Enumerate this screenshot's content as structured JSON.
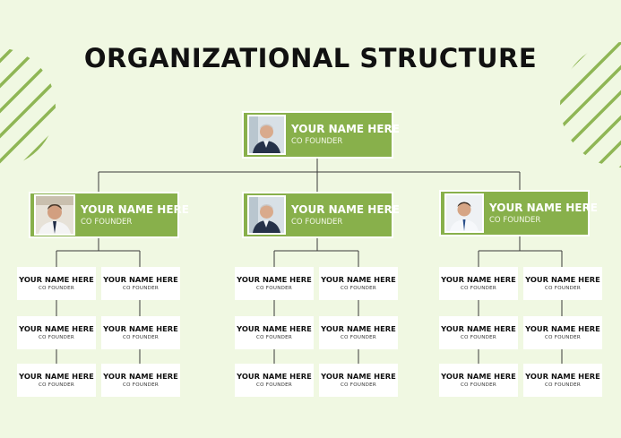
{
  "title": "ORGANIZATIONAL STRUCTURE",
  "colors": {
    "background": "#f0f8e2",
    "card_green": "#88b04b",
    "stripe_green": "#8fb655",
    "text": "#111111"
  },
  "root": {
    "name": "YOUR NAME HERE",
    "role": "CO FOUNDER",
    "photo": "man-portrait-icon"
  },
  "managers": [
    {
      "name": "YOUR NAME HERE",
      "role": "CO FOUNDER",
      "photo": "man-portrait-icon"
    },
    {
      "name": "YOUR NAME HERE",
      "role": "CO FOUNDER",
      "photo": "man-portrait-icon"
    },
    {
      "name": "YOUR NAME HERE",
      "role": "CO FOUNDER",
      "photo": "man-portrait-icon"
    }
  ],
  "staff": [
    [
      [
        {
          "name": "YOUR NAME HERE",
          "role": "CO FOUNDER"
        },
        {
          "name": "YOUR NAME HERE",
          "role": "CO FOUNDER"
        },
        {
          "name": "YOUR NAME HERE",
          "role": "CO FOUNDER"
        }
      ],
      [
        {
          "name": "YOUR NAME HERE",
          "role": "CO FOUNDER"
        },
        {
          "name": "YOUR NAME HERE",
          "role": "CO FOUNDER"
        },
        {
          "name": "YOUR NAME HERE",
          "role": "CO FOUNDER"
        }
      ]
    ],
    [
      [
        {
          "name": "YOUR NAME HERE",
          "role": "CO FOUNDER"
        },
        {
          "name": "YOUR NAME HERE",
          "role": "CO FOUNDER"
        },
        {
          "name": "YOUR NAME HERE",
          "role": "CO FOUNDER"
        }
      ],
      [
        {
          "name": "YOUR NAME HERE",
          "role": "CO FOUNDER"
        },
        {
          "name": "YOUR NAME HERE",
          "role": "CO FOUNDER"
        },
        {
          "name": "YOUR NAME HERE",
          "role": "CO FOUNDER"
        }
      ]
    ],
    [
      [
        {
          "name": "YOUR NAME HERE",
          "role": "CO FOUNDER"
        },
        {
          "name": "YOUR NAME HERE",
          "role": "CO FOUNDER"
        },
        {
          "name": "YOUR NAME HERE",
          "role": "CO FOUNDER"
        }
      ],
      [
        {
          "name": "YOUR NAME HERE",
          "role": "CO FOUNDER"
        },
        {
          "name": "YOUR NAME HERE",
          "role": "CO FOUNDER"
        },
        {
          "name": "YOUR NAME HERE",
          "role": "CO FOUNDER"
        }
      ]
    ]
  ]
}
